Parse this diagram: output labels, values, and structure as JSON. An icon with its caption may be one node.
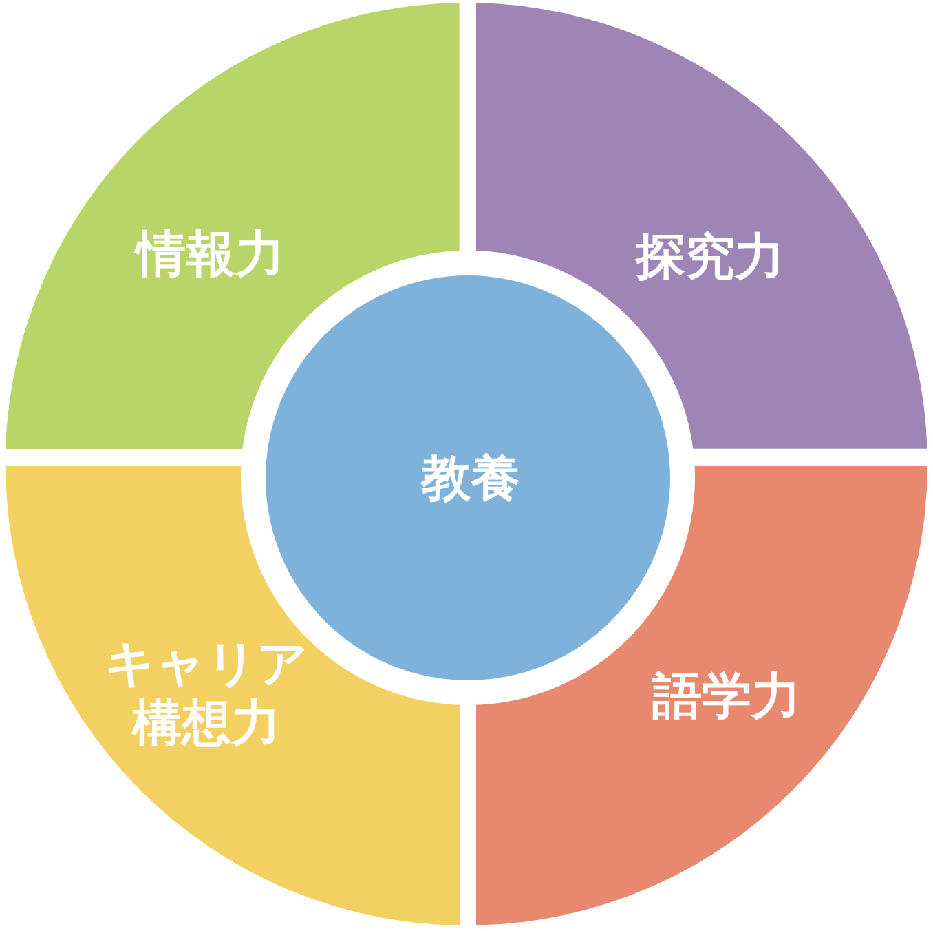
{
  "diagram": {
    "nodes": [
      {
        "text": [
          "情報力"
        ]
      },
      {
        "text": [
          "探究力"
        ]
      },
      {
        "text": [
          "教養"
        ]
      },
      {
        "text": [
          "キャリア構想力"
        ]
      },
      {
        "text": [
          "語学力"
        ]
      }
    ]
  }
}
